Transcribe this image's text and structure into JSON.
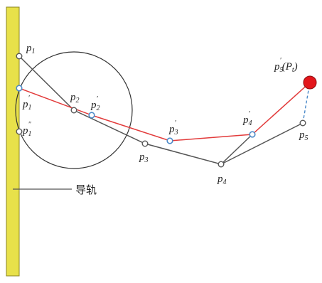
{
  "colors": {
    "rail_fill": "#e8e14a",
    "rail_stroke": "#8a8420",
    "original_chain": "#555555",
    "adjusted_chain": "#e23b3b",
    "target_fill": "#e3161b",
    "marker_blue": "#4d8bc9",
    "circle": "#333333"
  },
  "labels": {
    "p1": "p1",
    "p2": "p2",
    "p3": "p3",
    "p4": "p4",
    "p5": "p5",
    "p1_prime": "p1′",
    "p1_double_prime": "p1″",
    "p2_prime": "p2′",
    "p3_prime": "p3′",
    "p4_prime": "p4′",
    "p5_prime_target": "p5′(Pt)",
    "guide_rail": "导轨"
  },
  "label_parts": {
    "p1": {
      "base": "p",
      "sub": "1",
      "sup": ""
    },
    "p2": {
      "base": "p",
      "sub": "2",
      "sup": ""
    },
    "p3": {
      "base": "p",
      "sub": "3",
      "sup": ""
    },
    "p4": {
      "base": "p",
      "sub": "4",
      "sup": ""
    },
    "p5": {
      "base": "p",
      "sub": "5",
      "sup": ""
    },
    "p1_prime": {
      "base": "p",
      "sub": "1",
      "sup": "′"
    },
    "p1_double_prime": {
      "base": "p",
      "sub": "1",
      "sup": "″"
    },
    "p2_prime": {
      "base": "p",
      "sub": "2",
      "sup": "′"
    },
    "p3_prime": {
      "base": "p",
      "sub": "3",
      "sup": "′"
    },
    "p4_prime": {
      "base": "p",
      "sub": "4",
      "sup": "′"
    },
    "p5_prime_target": {
      "base": "p",
      "sub": "5",
      "sup": "′",
      "paren_base": "P",
      "paren_sub": "t"
    }
  }
}
